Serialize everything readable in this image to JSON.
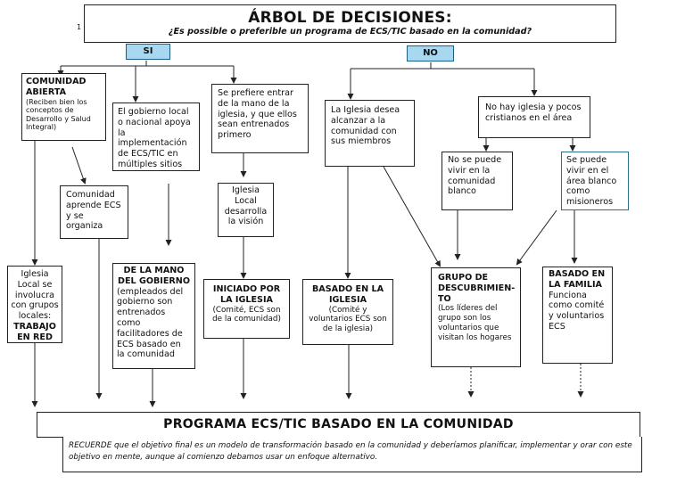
{
  "page_number": "1",
  "title": "ÁRBOL DE DECISIONES:",
  "subtitle": "¿Es possible o preferible un programa de ECS/TIC basado en la comunidad?",
  "tags": {
    "yes": "SI",
    "no": "NO"
  },
  "nodes": {
    "comunidad_abierta": {
      "title": "COMUNIDAD ABIERTA",
      "detail": "(Reciben bien los conceptos de Desarrollo y Salud Integral)"
    },
    "gobierno_apoya": "El gobierno local o nacional apoya la implementación de ECS/TIC en múltiples sitios",
    "iglesia_entrenados": "Se prefiere entrar de la mano de la iglesia, y que ellos sean entrenados primero",
    "comunidad_aprende": "Comunidad aprende ECS y se organiza",
    "iglesia_local_vision": "Iglesia Local desarrolla la visión",
    "iglesia_local_red": {
      "text": "Iglesia Local se involucra con grupos locales:",
      "bold": "TRABAJO EN RED"
    },
    "mano_gobierno": {
      "title": "DE LA MANO DEL GOBIERNO",
      "detail": "(empleados del gobierno son entrenados como facilitadores de ECS basado en la comunidad"
    },
    "iniciado_iglesia": {
      "title": "INICIADO POR LA IGLESIA",
      "detail": "(Comité, ECS son de la comunidad)"
    },
    "iglesia_desea": "La Iglesia desea alcanzar a la comunidad con sus miembros",
    "basado_iglesia": {
      "title": "BASADO EN LA IGLESIA",
      "detail": "(Comité y voluntarios ECS son de la iglesia)"
    },
    "no_iglesia": "No hay iglesia y pocos cristianos en el área",
    "no_vivir": "No se puede vivir en la comunidad blanco",
    "si_vivir": "Se puede vivir en el área blanco como misioneros",
    "grupo_descubrimiento": {
      "title": "GRUPO DE DESCUBRIMIEN-TO",
      "detail": "(Los líderes del grupo son los voluntarios que visitan los hogares"
    },
    "basado_familia": {
      "title": "BASADO EN LA FAMILIA",
      "detail": "Funciona como comité y voluntarios ECS"
    }
  },
  "result": "PROGRAMA ECS/TIC BASADO EN LA COMUNIDAD",
  "note": "RECUERDE que el objetivo final es un modelo de transformación basado en la comunidad y deberíamos planificar, implementar y orar con este objetivo en mente, aunque al comienzo debamos usar un enfoque alternativo."
}
